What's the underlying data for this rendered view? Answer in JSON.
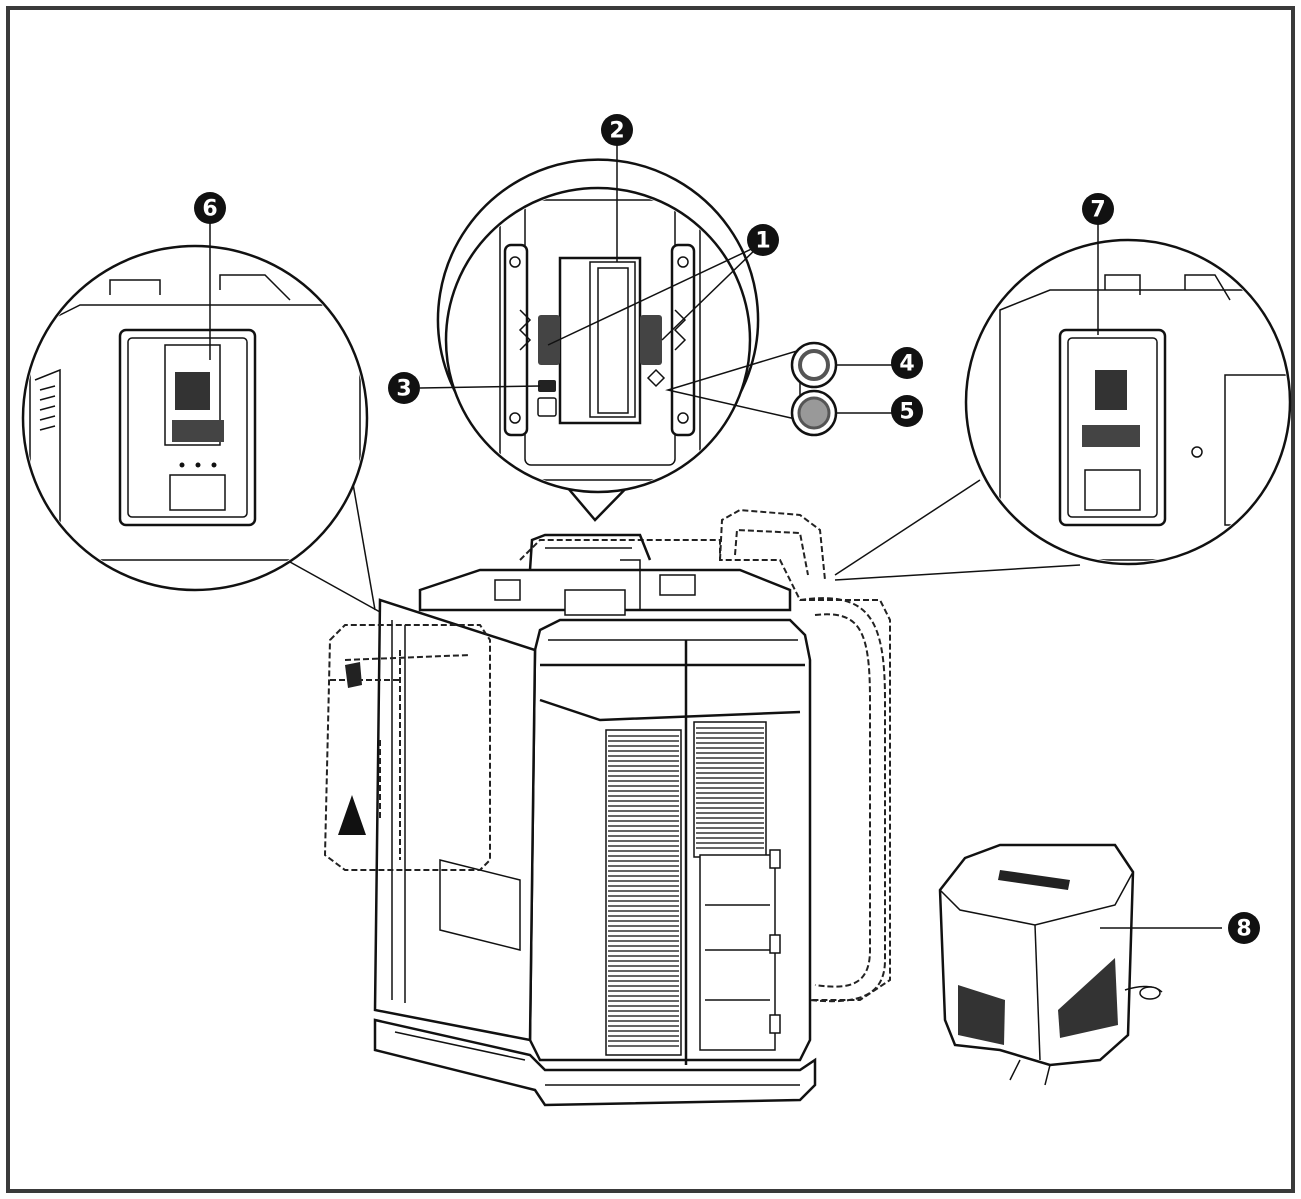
{
  "figure": {
    "border_color": "#3a3a3a",
    "line_color": "#111111",
    "background": "#ffffff"
  },
  "callouts": [
    {
      "id": "1",
      "label": "1"
    },
    {
      "id": "2",
      "label": "2"
    },
    {
      "id": "3",
      "label": "3"
    },
    {
      "id": "4",
      "label": "4"
    },
    {
      "id": "5",
      "label": "5"
    },
    {
      "id": "6",
      "label": "6"
    },
    {
      "id": "7",
      "label": "7"
    },
    {
      "id": "8",
      "label": "8"
    }
  ],
  "icons": {
    "warning_triangle": "warning-triangle-icon",
    "indicator_light_on": "indicator-light-icon",
    "indicator_light_off": "indicator-light-dark-icon"
  }
}
